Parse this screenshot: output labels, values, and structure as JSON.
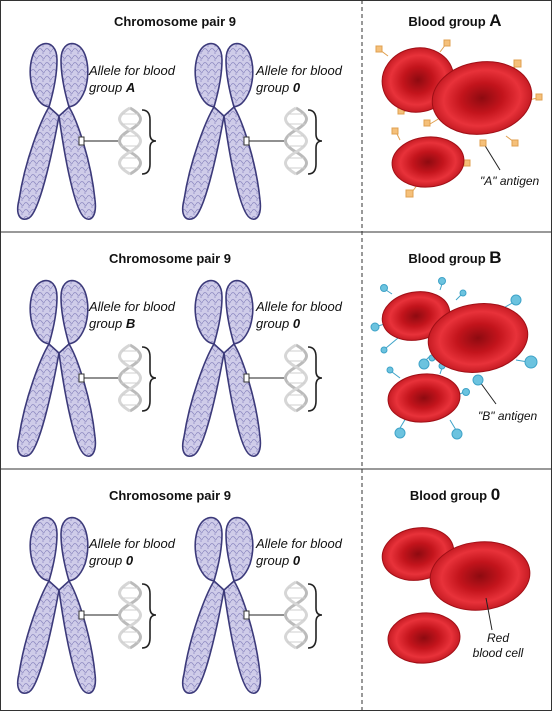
{
  "panels": [
    {
      "chromosome_title": "Chromosome pair 9",
      "blood_group_prefix": "Blood group ",
      "blood_group_letter": "A",
      "left_allele_line1": "Allele for blood",
      "left_allele_prefix": "group ",
      "left_allele_letter": "A",
      "right_allele_line1": "Allele for blood",
      "right_allele_prefix": "group ",
      "right_allele_letter": "0",
      "annotation": "\"A\" antigen",
      "antigen_color": "#f5c07a"
    },
    {
      "chromosome_title": "Chromosome pair 9",
      "blood_group_prefix": "Blood group ",
      "blood_group_letter": "B",
      "left_allele_line1": "Allele for blood",
      "left_allele_prefix": "group ",
      "left_allele_letter": "B",
      "right_allele_line1": "Allele for blood",
      "right_allele_prefix": "group ",
      "right_allele_letter": "0",
      "annotation": "\"B\" antigen",
      "antigen_color": "#6cc3df"
    },
    {
      "chromosome_title": "Chromosome pair 9",
      "blood_group_prefix": "Blood group ",
      "blood_group_letter": "0",
      "left_allele_line1": "Allele for blood",
      "left_allele_prefix": "group ",
      "left_allele_letter": "0",
      "right_allele_line1": "Allele for blood",
      "right_allele_prefix": "group ",
      "right_allele_letter": "0",
      "annotation_line1": "Red",
      "annotation_line2": "blood cell"
    }
  ],
  "colors": {
    "chromosome_fill": "#c9c6e6",
    "chromosome_stroke": "#3c3a7a",
    "cell_red": "#d41d26",
    "cell_dark": "#9a0f14"
  }
}
